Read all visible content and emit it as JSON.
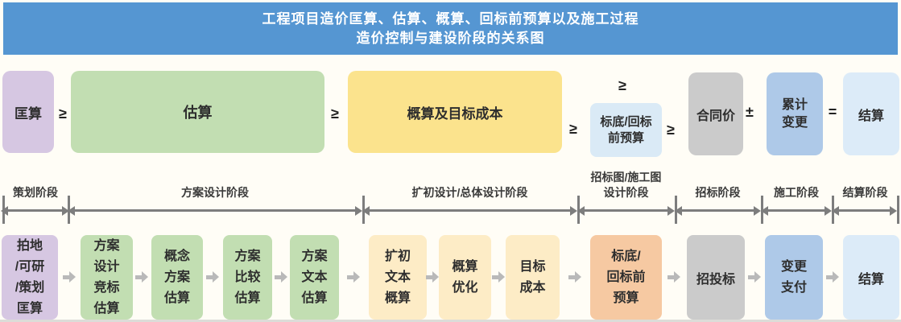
{
  "title": {
    "line1": "工程项目造价匡算、估算、概算、回标前预算以及施工过程",
    "line2": "造价控制与建设阶段的关系图"
  },
  "colors": {
    "header_blue": "#5596d2",
    "purple": "#d6c7e2",
    "green": "#c2deb2",
    "yellow": "#fbe38d",
    "cream": "#fdecc6",
    "light_blue": "#daeaf6",
    "pale_blue": "#dcebf8",
    "mid_blue": "#aec9e8",
    "gray": "#cbcbcb",
    "orange": "#f6c9a2",
    "flow_arrow_gray": "#b9b9b9",
    "phase_arrow_gray": "#7d7d7d",
    "title_text": "#ffffff",
    "box_text": "#2e2e2e"
  },
  "top_row": {
    "boxes": [
      {
        "label": "匡算"
      },
      {
        "label": "估算"
      },
      {
        "label": "概算及目标成本"
      },
      {
        "label": "标底/回标\n前预算"
      },
      {
        "label": "合同价"
      },
      {
        "label": "累计\n变更"
      },
      {
        "label": "结算"
      }
    ],
    "operators": [
      "≥",
      "≥",
      "≥",
      "≥",
      "≥",
      "±",
      "="
    ]
  },
  "phases": [
    {
      "label": "策划阶段"
    },
    {
      "label": "方案设计阶段"
    },
    {
      "label": "扩初设计/总体设计阶段"
    },
    {
      "label": "招标图/施工图\n设计阶段"
    },
    {
      "label": "招标阶段"
    },
    {
      "label": "施工阶段"
    },
    {
      "label": "结算阶段"
    }
  ],
  "bottom_row": [
    {
      "label": "拍地\n/可研\n/策划\n匡算"
    },
    {
      "label": "方案\n设计\n竞标\n估算"
    },
    {
      "label": "概念\n方案\n估算"
    },
    {
      "label": "方案\n比较\n估算"
    },
    {
      "label": "方案\n文本\n估算"
    },
    {
      "label": "扩初\n文本\n概算"
    },
    {
      "label": "概算\n优化"
    },
    {
      "label": "目标\n成本"
    },
    {
      "label": "标底/\n回标前\n预算"
    },
    {
      "label": "招投标"
    },
    {
      "label": "变更\n支付"
    },
    {
      "label": "结算"
    }
  ]
}
